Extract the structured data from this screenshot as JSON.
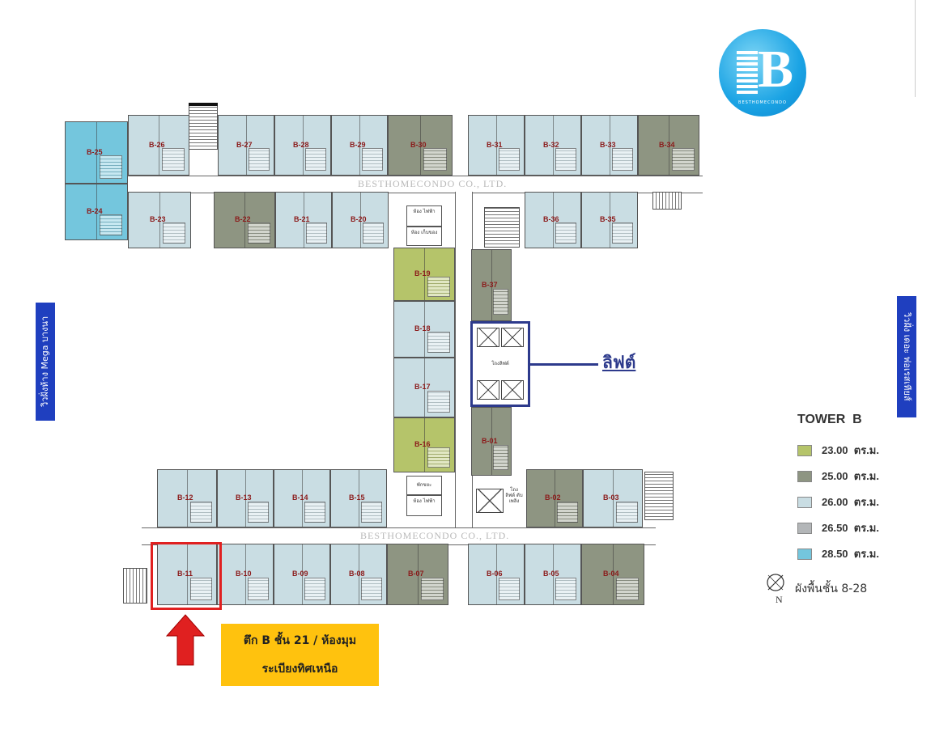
{
  "logo": {
    "letter": "B",
    "caption": "BESTHOMECONDO"
  },
  "watermark": "BESTHOMECONDO CO., LTD.",
  "view_left": "วิวฝั่งห้าง Mega บางนา",
  "view_right": "วิวฝั่ง เดอะ ฟอเรสเทียส์",
  "lift_callout": "ลิฟต์",
  "lobby": "โถงลิฟต์",
  "lobby2": "โถง ลิฟต์ ดับเพลิง",
  "trash_room": "ห้อง ไฟฟ้า",
  "storage_room": "ห้อง เก็บของ",
  "rest_room": "พักขยะ",
  "elec_room": "ห้อง ไฟฟ้า",
  "legend": {
    "title": "TOWER  B",
    "items": [
      {
        "label": "23.00  ตร.ม.",
        "color": "#b5c46a"
      },
      {
        "label": "25.00  ตร.ม.",
        "color": "#8e9582"
      },
      {
        "label": "26.00  ตร.ม.",
        "color": "#c9dde3"
      },
      {
        "label": "26.50  ตร.ม.",
        "color": "#b3b6b8"
      },
      {
        "label": "28.50  ตร.ม.",
        "color": "#74c6dd"
      }
    ],
    "compass_letter": "N",
    "floor_note": "ผังพื้นชั้น 8-28"
  },
  "highlight_note": {
    "line1": "ตึก B ชั้น 21 / ห้องมุม",
    "line2": "ระเบียงทิศเหนือ"
  },
  "colors": {
    "c23": "#b5c46a",
    "c25": "#8e9582",
    "c26": "#c9dde3",
    "c265": "#b3b6b8",
    "c285": "#74c6dd",
    "highlight": "#e02020",
    "note_bg": "#ffc20e",
    "lift_frame": "#2d3a8c"
  },
  "units": [
    {
      "id": "B-26",
      "size": "c26"
    },
    {
      "id": "B-27",
      "size": "c26"
    },
    {
      "id": "B-28",
      "size": "c26"
    },
    {
      "id": "B-29",
      "size": "c26"
    },
    {
      "id": "B-30",
      "size": "c25"
    },
    {
      "id": "B-31",
      "size": "c26"
    },
    {
      "id": "B-32",
      "size": "c26"
    },
    {
      "id": "B-33",
      "size": "c26"
    },
    {
      "id": "B-34",
      "size": "c25"
    },
    {
      "id": "B-25",
      "size": "c285"
    },
    {
      "id": "B-24",
      "size": "c285"
    },
    {
      "id": "B-23",
      "size": "c26"
    },
    {
      "id": "B-22",
      "size": "c25"
    },
    {
      "id": "B-21",
      "size": "c26"
    },
    {
      "id": "B-20",
      "size": "c26"
    },
    {
      "id": "B-36",
      "size": "c26"
    },
    {
      "id": "B-35",
      "size": "c26"
    },
    {
      "id": "B-19",
      "size": "c23"
    },
    {
      "id": "B-18",
      "size": "c26"
    },
    {
      "id": "B-17",
      "size": "c26"
    },
    {
      "id": "B-16",
      "size": "c23"
    },
    {
      "id": "B-37",
      "size": "c25"
    },
    {
      "id": "B-01",
      "size": "c25"
    },
    {
      "id": "B-12",
      "size": "c26"
    },
    {
      "id": "B-13",
      "size": "c26"
    },
    {
      "id": "B-14",
      "size": "c26"
    },
    {
      "id": "B-15",
      "size": "c26"
    },
    {
      "id": "B-02",
      "size": "c25"
    },
    {
      "id": "B-03",
      "size": "c26"
    },
    {
      "id": "B-11",
      "size": "c26"
    },
    {
      "id": "B-10",
      "size": "c26"
    },
    {
      "id": "B-09",
      "size": "c26"
    },
    {
      "id": "B-08",
      "size": "c26"
    },
    {
      "id": "B-07",
      "size": "c25"
    },
    {
      "id": "B-06",
      "size": "c26"
    },
    {
      "id": "B-05",
      "size": "c26"
    },
    {
      "id": "B-04",
      "size": "c25"
    }
  ]
}
